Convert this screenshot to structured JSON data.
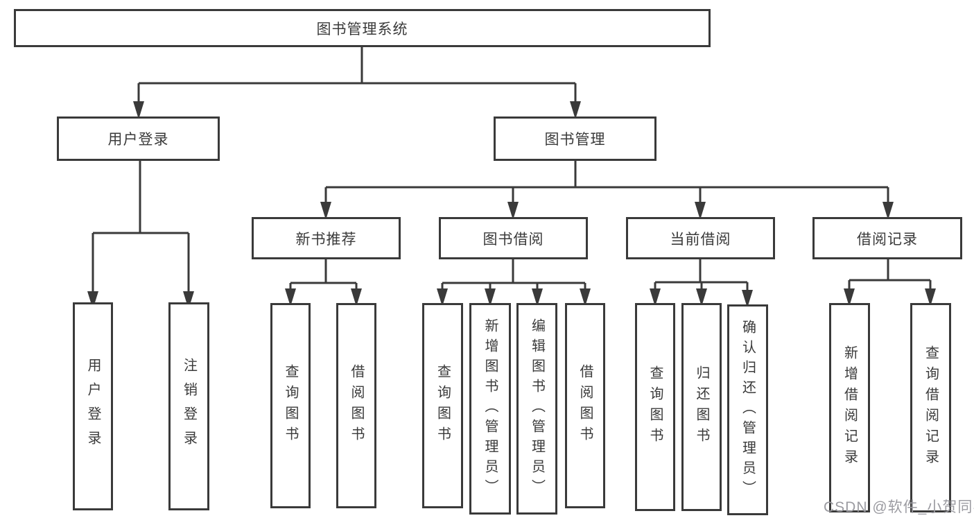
{
  "tree": {
    "label": "图书管理系统",
    "children": [
      {
        "label": "用户登录",
        "children": [
          {
            "label": "用户登录"
          },
          {
            "label": "注销登录"
          }
        ]
      },
      {
        "label": "图书管理",
        "children": [
          {
            "label": "新书推荐",
            "children": [
              {
                "label": "查询图书"
              },
              {
                "label": "借阅图书"
              }
            ]
          },
          {
            "label": "图书借阅",
            "children": [
              {
                "label": "查询图书"
              },
              {
                "label": "新增图书（管理员）"
              },
              {
                "label": "编辑图书（管理员）"
              },
              {
                "label": "借阅图书"
              }
            ]
          },
          {
            "label": "当前借阅",
            "children": [
              {
                "label": "查询图书"
              },
              {
                "label": "归还图书"
              },
              {
                "label": "确认归还（管理员）"
              }
            ]
          },
          {
            "label": "借阅记录",
            "children": [
              {
                "label": "新增借阅记录"
              },
              {
                "label": "查询借阅记录"
              }
            ]
          }
        ]
      }
    ]
  },
  "watermark": "CSDN @软件_小贺同学",
  "colors": {
    "line": "#3a3a3a",
    "text": "#3a3a3a",
    "watermark": "#9b9ba1",
    "background": "#ffffff"
  }
}
